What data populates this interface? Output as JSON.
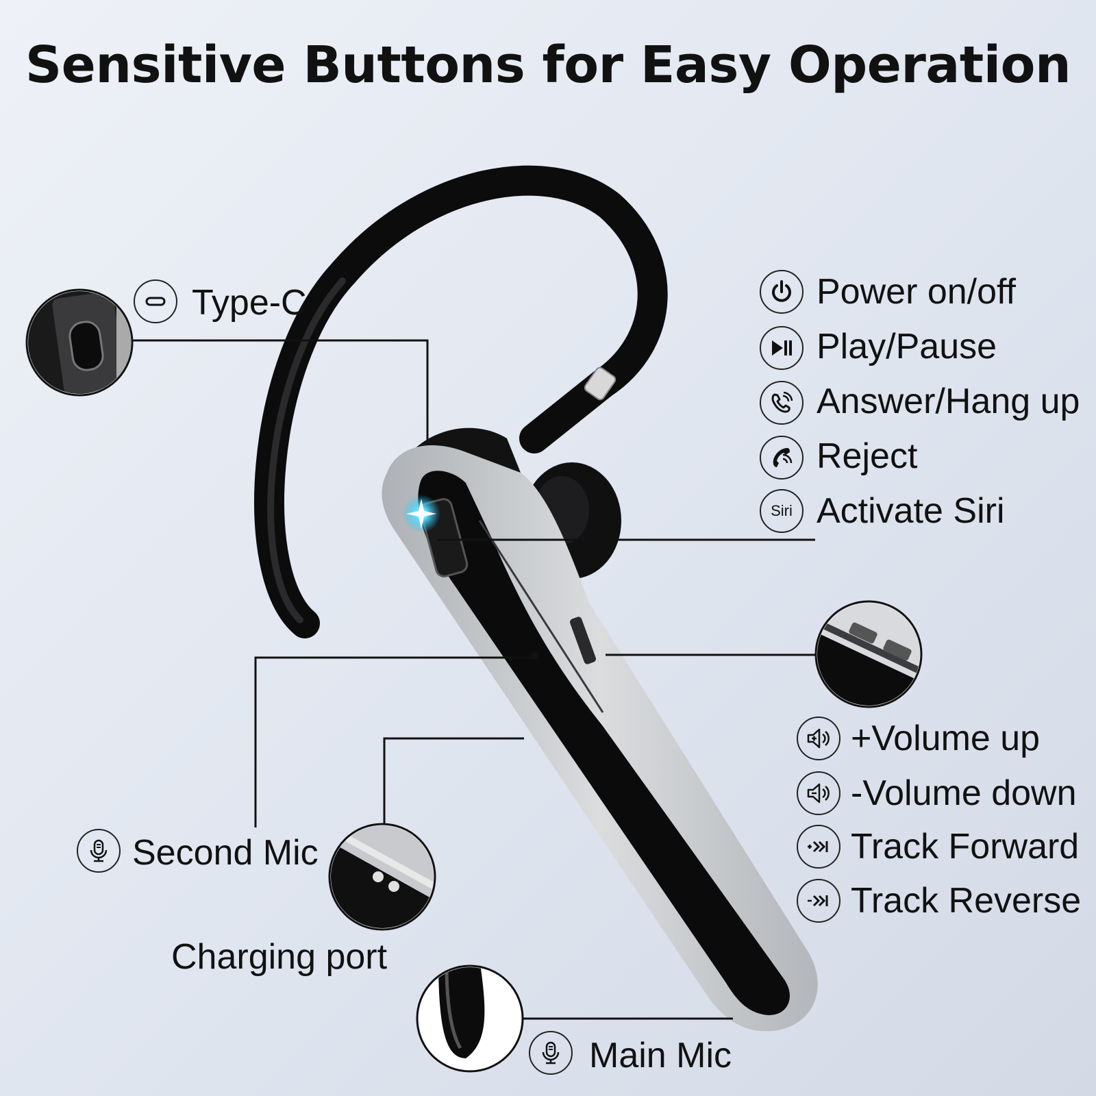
{
  "title": "Sensitive Buttons for Easy Operation",
  "colors": {
    "background": "#e3e8f1",
    "led": "#1ec8ff",
    "body_silver": "#c9cbce",
    "body_black": "#0b0b0c"
  },
  "functions": [
    {
      "icon": "power-icon",
      "label": "Power on/off"
    },
    {
      "icon": "play-pause-icon",
      "label": "Play/Pause"
    },
    {
      "icon": "answer-call-icon",
      "label": "Answer/Hang up"
    },
    {
      "icon": "reject-call-icon",
      "label": "Reject"
    },
    {
      "icon": "siri-icon",
      "label": "Activate Siri",
      "icon_text": "Siri"
    }
  ],
  "volume_functions": [
    {
      "icon": "volume-up-icon",
      "label": "+Volume up"
    },
    {
      "icon": "volume-down-icon",
      "label": "-Volume down"
    },
    {
      "icon": "track-forward-icon",
      "label": "Track Forward"
    },
    {
      "icon": "track-reverse-icon",
      "label": "Track Reverse"
    }
  ],
  "callouts": {
    "type_c": {
      "icon": "usb-c-icon",
      "label": "Type-C"
    },
    "second_mic": {
      "icon": "microphone-icon",
      "label": "Second Mic"
    },
    "charging_port": {
      "label": "Charging port"
    },
    "main_mic": {
      "icon": "microphone-icon",
      "label": "Main Mic"
    }
  }
}
